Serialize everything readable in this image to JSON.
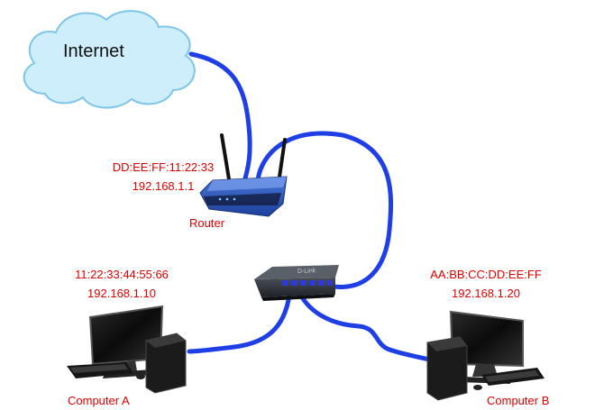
{
  "internet": {
    "label": "Internet"
  },
  "router": {
    "label": "Router",
    "mac": "DD:EE:FF:11:22:33",
    "ip": "192.168.1.1"
  },
  "switch": {
    "brand": "D-Link"
  },
  "computer_a": {
    "label": "Computer A",
    "mac": "11:22:33:44:55:66",
    "ip": "192.168.1.10"
  },
  "computer_b": {
    "label": "Computer B",
    "mac": "AA:BB:CC:DD:EE:FF",
    "ip": "192.168.1.20"
  },
  "colors": {
    "cable": "#1f3fe6",
    "label": "#e00000",
    "cloud_fill": "#cfeefc",
    "cloud_stroke": "#7ec5e8"
  }
}
